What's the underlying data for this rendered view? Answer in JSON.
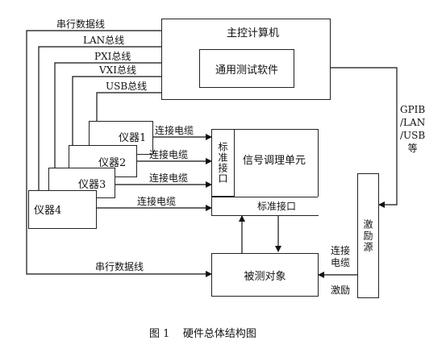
{
  "host": {
    "title": "主控计算机",
    "software": "通用测试软件"
  },
  "buses": {
    "serial_top": "串行数据线",
    "lan": "LAN总线",
    "pxi": "PXI总线",
    "vxi": "VXI总线",
    "usb": "USB总线",
    "gpib": [
      "GPIB",
      "/LAN",
      "/USB",
      "等"
    ]
  },
  "instruments": [
    "仪器1",
    "仪器2",
    "仪器3",
    "仪器4"
  ],
  "cables": [
    "连接电缆",
    "连接电缆",
    "连接电缆",
    "连接电缆"
  ],
  "conditioner": {
    "std_interface_vertical": "标准接口",
    "title": "信号调理单元",
    "std_interface_bottom": "标准接口"
  },
  "stimulus": {
    "label": "激励源",
    "cable": [
      "连接",
      "电缆"
    ],
    "excite": "激励"
  },
  "dut": {
    "label": "被测对象",
    "serial_bottom": "串行数据线"
  },
  "caption": "图 1    硬件总体结构图"
}
